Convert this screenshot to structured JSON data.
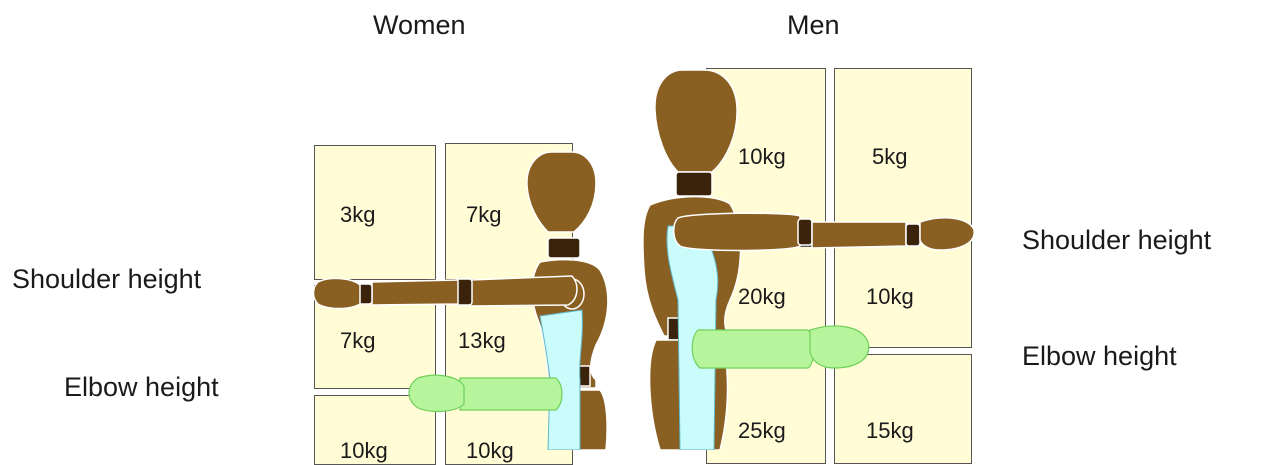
{
  "headers": {
    "women": "Women",
    "men": "Men"
  },
  "side_labels": {
    "women_shoulder": "Shoulder height",
    "women_elbow": "Elbow height",
    "men_shoulder": "Shoulder height",
    "men_elbow": "Elbow height"
  },
  "women": {
    "upper_left": "3kg",
    "upper_right": "7kg",
    "middle_left": "7kg",
    "middle_right": "13kg",
    "lower_left": "10kg",
    "lower_right": "10kg"
  },
  "men": {
    "upper_left": "10kg",
    "upper_right": "5kg",
    "middle_left": "20kg",
    "middle_right": "10kg",
    "lower_left": "25kg",
    "lower_right": "15kg"
  },
  "colors": {
    "box_fill": "#fffcd6",
    "figure_brown": "#8a5f22",
    "figure_dark": "#3b230b",
    "highlight_cyan": "#cafcfc",
    "highlight_green": "#b6f59b"
  }
}
